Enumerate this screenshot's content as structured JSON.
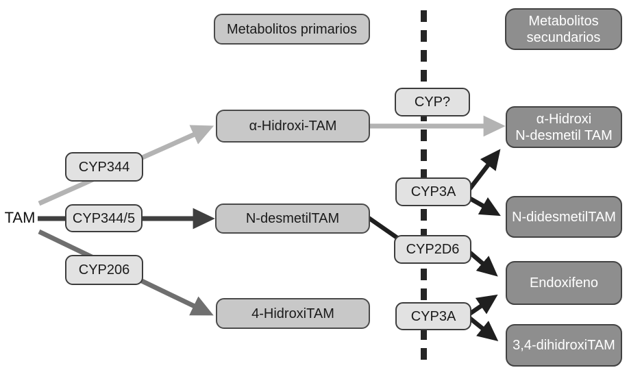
{
  "colors": {
    "box_primary_fill": "#c8c8c8",
    "box_enzyme_fill": "#e2e2e2",
    "box_secondary_fill": "#8e8e8e",
    "box_border": "#3c3c3c",
    "arrow_light_gray": "#b3b3b3",
    "arrow_dark_gray": "#3f3f3f",
    "arrow_mid_gray": "#6f6f6f",
    "arrow_black": "#1f1f1f",
    "text_dark": "#1a1a1a",
    "text_light": "#ffffff"
  },
  "nodes": {
    "tam": "TAM",
    "header_primary": "Metabolitos primarios",
    "header_secondary_line1": "Metabolitos",
    "header_secondary_line2": "secundarios",
    "enzyme_cyp344": "CYP344",
    "enzyme_cyp344_5": "CYP344/5",
    "enzyme_cyp206": "CYP206",
    "metabolite_alpha_hidroxi_tam": "α-Hidroxi-TAM",
    "metabolite_n_desmetil_tam": "N-desmetilTAM",
    "metabolite_4_hidroxi_tam": "4-HidroxiTAM",
    "enzyme_cyp_unknown": "CYP?",
    "enzyme_cyp3a_upper": "CYP3A",
    "enzyme_cyp2d6": "CYP2D6",
    "enzyme_cyp3a_lower": "CYP3A",
    "metabolite_alpha_hidroxi_n_desmetil_line1": "α-Hidroxi",
    "metabolite_alpha_hidroxi_n_desmetil_line2": "N-desmetil TAM",
    "metabolite_n_didesmetil_tam": "N-didesmetilTAM",
    "metabolite_endoxifeno": "Endoxifeno",
    "metabolite_3_4_dihidroxi_tam": "3,4-dihidroxiTAM"
  }
}
